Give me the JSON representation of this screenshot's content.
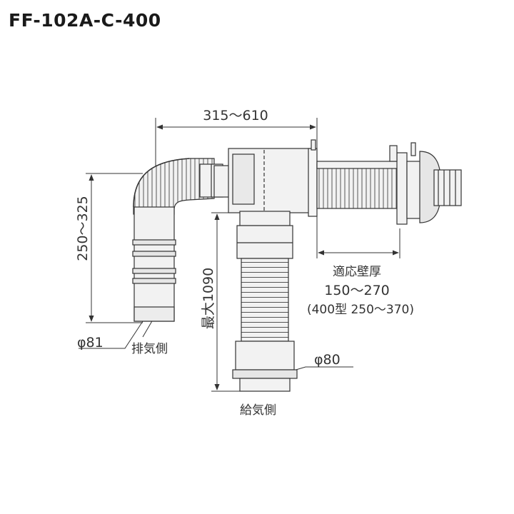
{
  "title": "FF-102A-C-400",
  "dimensions": {
    "top_width": "315～610",
    "exhaust_height": "250～325",
    "max_length": "最大1090",
    "exhaust_diameter": "φ81",
    "intake_diameter": "φ80",
    "wall_label": "適応壁厚",
    "wall_range": "150～270",
    "wall_range_400": "(400型 250～370)"
  },
  "labels": {
    "exhaust_side": "排気側",
    "intake_side": "給気側"
  },
  "colors": {
    "pipe_fill": "#f2f2f2",
    "stroke": "#333333",
    "text": "#333333"
  }
}
